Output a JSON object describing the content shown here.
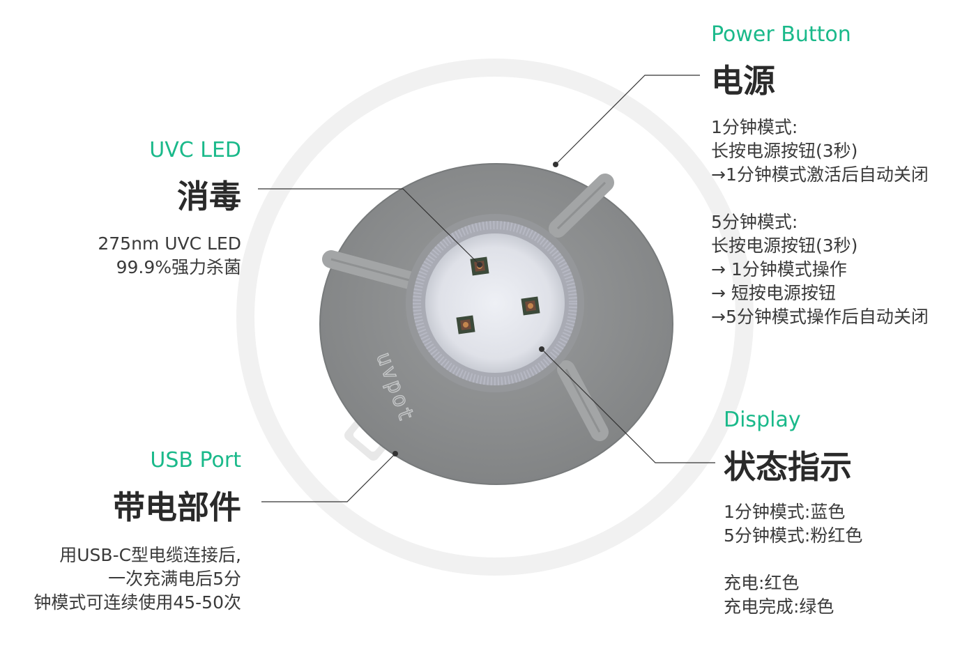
{
  "colors": {
    "accent": "#1ab98a",
    "device_body": "#8a8c8d",
    "device_center": "#e2e4ea",
    "ring": "#f0f0f0"
  },
  "device": {
    "brand_mark": "uvpot"
  },
  "callouts": {
    "uvc_led": {
      "en": "UVC LED",
      "zh": "消毒",
      "lines": [
        "275nm UVC LED",
        "99.9%强力杀菌"
      ]
    },
    "usb_port": {
      "en": "USB Port",
      "zh": "带电部件",
      "lines": [
        "用USB-C型电缆连接后,",
        "一次充满电后5分",
        "钟模式可连续使用45-50次"
      ]
    },
    "power_button": {
      "en": "Power Button",
      "zh": "电源",
      "lines": [
        "1分钟模式:",
        "长按电源按钮(3秒)",
        "→1分钟模式激活后自动关闭",
        "",
        "5分钟模式:",
        "长按电源按钮(3秒)",
        "→ 1分钟模式操作",
        "→ 短按电源按钮",
        "→5分钟模式操作后自动关闭"
      ]
    },
    "display": {
      "en": "Display",
      "zh": "状态指示",
      "lines": [
        "1分钟模式:蓝色",
        "5分钟模式:粉红色",
        "",
        "充电:红色",
        "充电完成:绿色"
      ]
    }
  }
}
